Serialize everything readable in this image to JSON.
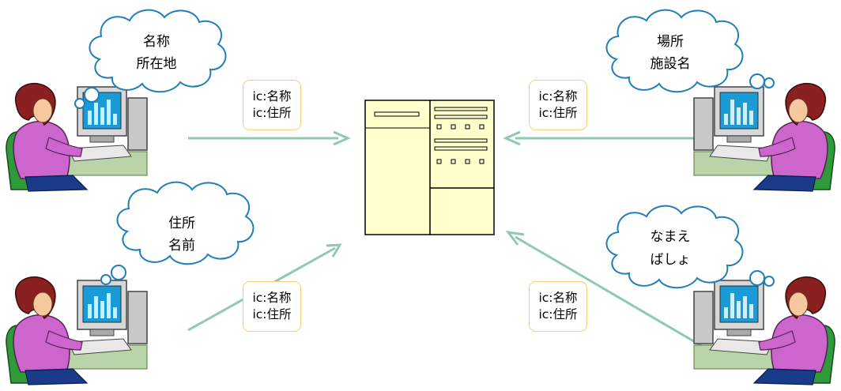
{
  "users": [
    {
      "id": "top-left",
      "thought": [
        "名称",
        "所在地"
      ],
      "labels": [
        "ic:名称",
        "ic:住所"
      ]
    },
    {
      "id": "bottom-left",
      "thought": [
        "住所",
        "名前"
      ],
      "labels": [
        "ic:名称",
        "ic:住所"
      ]
    },
    {
      "id": "top-right",
      "thought": [
        "場所",
        "施設名"
      ],
      "labels": [
        "ic:名称",
        "ic:住所"
      ]
    },
    {
      "id": "bottom-right",
      "thought": [
        "なまえ",
        "ばしょ"
      ],
      "labels": [
        "ic:名称",
        "ic:住所"
      ]
    }
  ],
  "colors": {
    "arrow": "#8ec9b0",
    "server_fill": "#ffffcc",
    "label_border": "#f5cf7a",
    "cloud_stroke": "#1f7fb8"
  }
}
